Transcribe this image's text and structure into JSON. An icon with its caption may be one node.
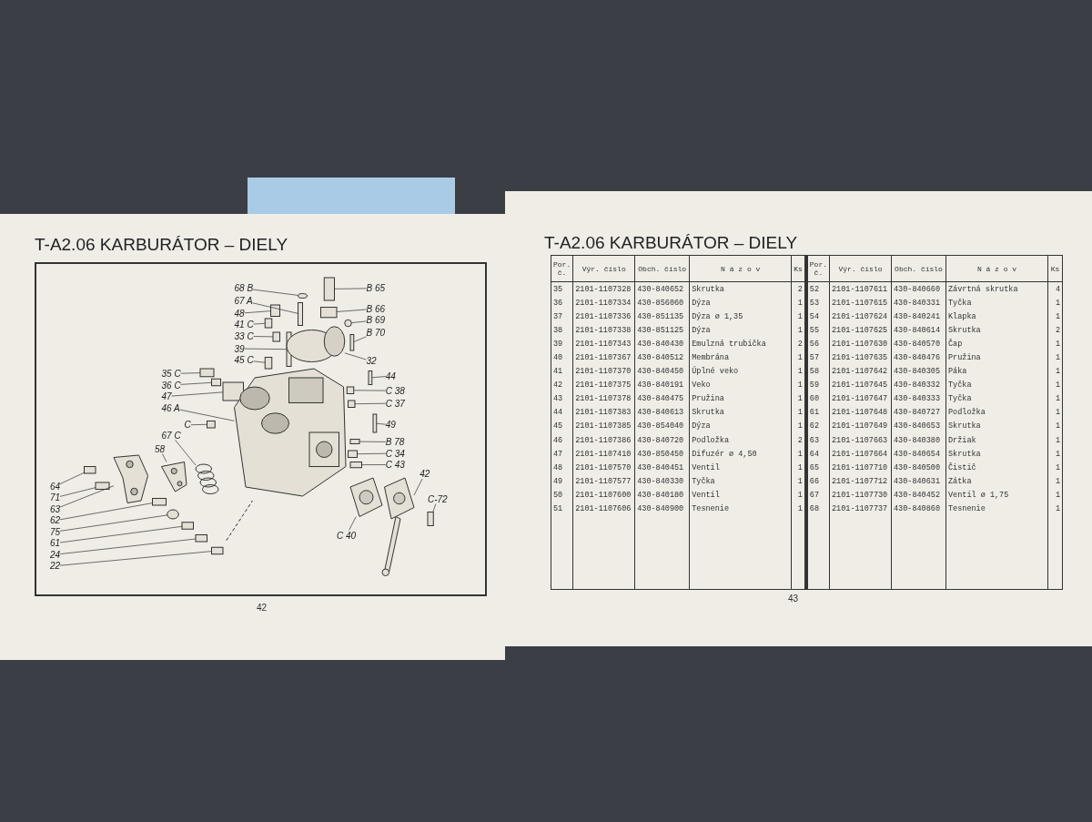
{
  "diagram": {
    "title": "T-A2.06 KARBURÁTOR – DIELY",
    "nodes": [
      {
        "text": [
          "68 B"
        ]
      },
      {
        "text": [
          "67 A"
        ]
      },
      {
        "text": [
          "48"
        ]
      },
      {
        "text": [
          "41 C"
        ]
      },
      {
        "text": [
          "33 C"
        ]
      },
      {
        "text": [
          "39"
        ]
      },
      {
        "text": [
          "45 C"
        ]
      },
      {
        "text": [
          "B 65"
        ]
      },
      {
        "text": [
          "B 66"
        ]
      },
      {
        "text": [
          "B 69"
        ]
      },
      {
        "text": [
          "B 70"
        ]
      },
      {
        "text": [
          "32"
        ]
      },
      {
        "text": [
          "35 C"
        ]
      },
      {
        "text": [
          "36 C"
        ]
      },
      {
        "text": [
          "47"
        ]
      },
      {
        "text": [
          "46 A"
        ]
      },
      {
        "text": [
          "C"
        ]
      },
      {
        "text": [
          "44"
        ]
      },
      {
        "text": [
          "C 38"
        ]
      },
      {
        "text": [
          "C 37"
        ]
      },
      {
        "text": [
          "49"
        ]
      },
      {
        "text": [
          "67 C"
        ]
      },
      {
        "text": [
          "58"
        ]
      },
      {
        "text": [
          "B 78"
        ]
      },
      {
        "text": [
          "C 34"
        ]
      },
      {
        "text": [
          "C 43"
        ]
      },
      {
        "text": [
          "C 40"
        ]
      },
      {
        "text": [
          "42"
        ]
      },
      {
        "text": [
          "C-72"
        ]
      },
      {
        "text": [
          "64"
        ]
      },
      {
        "text": [
          "71"
        ]
      },
      {
        "text": [
          "63"
        ]
      },
      {
        "text": [
          "62"
        ]
      },
      {
        "text": [
          "75"
        ]
      },
      {
        "text": [
          "61"
        ]
      },
      {
        "text": [
          "24"
        ]
      },
      {
        "text": [
          "22"
        ]
      },
      {
        "text": [],
        "shape": "circle"
      },
      {
        "text": [],
        "shape": "box"
      },
      {
        "text": [],
        "shape": "box"
      },
      {
        "text": [],
        "shape": "box"
      },
      {
        "text": [],
        "shape": "box"
      },
      {
        "text": [],
        "shape": "box"
      },
      {
        "text": [],
        "shape": "box"
      },
      {
        "text": [],
        "shape": "box"
      },
      {
        "text": [],
        "shape": "box"
      },
      {
        "text": [],
        "shape": "circle"
      },
      {
        "text": [],
        "shape": "box"
      },
      {
        "text": [],
        "shape": "picture"
      },
      {
        "text": [],
        "shape": "box"
      },
      {
        "text": [],
        "shape": "box"
      },
      {
        "text": [],
        "shape": "box"
      },
      {
        "text": [],
        "shape": "picture"
      },
      {
        "text": [],
        "shape": "box"
      },
      {
        "text": [],
        "shape": "box"
      },
      {
        "text": [],
        "shape": "box"
      },
      {
        "text": [],
        "shape": "box"
      },
      {
        "text": [],
        "shape": "box"
      },
      {
        "text": [],
        "shape": "picture"
      },
      {
        "text": [],
        "shape": "picture"
      },
      {
        "text": [],
        "shape": "box"
      },
      {
        "text": [],
        "shape": "box"
      },
      {
        "text": [],
        "shape": "box"
      },
      {
        "text": [],
        "shape": "picture"
      },
      {
        "text": [],
        "shape": "picture"
      },
      {
        "text": [],
        "shape": "box"
      },
      {
        "text": [],
        "shape": "box"
      },
      {
        "text": [],
        "shape": "box"
      },
      {
        "text": [],
        "shape": "picture"
      },
      {
        "text": [],
        "shape": "box"
      },
      {
        "text": [],
        "shape": "circle"
      },
      {
        "text": [],
        "shape": "box"
      },
      {
        "text": [],
        "shape": "box"
      },
      {
        "text": [],
        "shape": "box"
      }
    ],
    "edges": [
      {
        "from": 0,
        "to": 37,
        "arrow": "none"
      },
      {
        "from": 1,
        "to": 38,
        "arrow": "none"
      },
      {
        "from": 2,
        "to": 39,
        "arrow": "none"
      },
      {
        "from": 3,
        "to": 40,
        "arrow": "none"
      },
      {
        "from": 4,
        "to": 41,
        "arrow": "none"
      },
      {
        "from": 5,
        "to": 42,
        "arrow": "none"
      },
      {
        "from": 6,
        "to": 43,
        "arrow": "none"
      },
      {
        "from": 7,
        "to": 44,
        "arrow": "none"
      },
      {
        "from": 8,
        "to": 45,
        "arrow": "none"
      },
      {
        "from": 9,
        "to": 46,
        "arrow": "none"
      },
      {
        "from": 10,
        "to": 47,
        "arrow": "none"
      },
      {
        "from": 11,
        "to": 48,
        "arrow": "none"
      },
      {
        "from": 12,
        "to": 49,
        "arrow": "none"
      },
      {
        "from": 13,
        "to": 50,
        "arrow": "none"
      },
      {
        "from": 14,
        "to": 51,
        "arrow": "none"
      },
      {
        "from": 15,
        "to": 52,
        "arrow": "none"
      },
      {
        "from": 16,
        "to": 53,
        "arrow": "none"
      },
      {
        "from": 17,
        "to": 54,
        "arrow": "none"
      },
      {
        "from": 18,
        "to": 55,
        "arrow": "none"
      },
      {
        "from": 19,
        "to": 56,
        "arrow": "none"
      },
      {
        "from": 20,
        "to": 57,
        "arrow": "none"
      },
      {
        "from": 21,
        "to": 58,
        "arrow": "none"
      },
      {
        "from": 22,
        "to": 59,
        "arrow": "none"
      },
      {
        "from": 23,
        "to": 60,
        "arrow": "none"
      },
      {
        "from": 24,
        "to": 61,
        "arrow": "none"
      },
      {
        "from": 25,
        "to": 62,
        "arrow": "none"
      },
      {
        "from": 26,
        "to": 63,
        "arrow": "none"
      },
      {
        "from": 27,
        "to": 64,
        "arrow": "none"
      },
      {
        "from": 28,
        "to": 65,
        "arrow": "none"
      },
      {
        "from": 29,
        "to": 66,
        "arrow": "none"
      },
      {
        "from": 30,
        "to": 67,
        "arrow": "none"
      },
      {
        "from": 31,
        "to": 68,
        "arrow": "none"
      },
      {
        "from": 32,
        "to": 69,
        "arrow": "none"
      },
      {
        "from": 33,
        "to": 70,
        "arrow": "none"
      },
      {
        "from": 34,
        "to": 71,
        "arrow": "none"
      },
      {
        "from": 35,
        "to": 72,
        "arrow": "none"
      },
      {
        "from": 36,
        "to": 73,
        "arrow": "none"
      }
    ],
    "labels": [
      "T-A2.06 KARBURÁTOR – DIELY",
      "42",
      "43",
      "Por. č.",
      "Výr. číslo",
      "Obch. číslo",
      "N á z o v",
      "Ks",
      "Por. č.",
      "Výr. číslo",
      "Obch. číslo",
      "N á z o v",
      "Ks",
      "35",
      "2101-1107328",
      "430-840652",
      "Skrutka",
      "2",
      "52",
      "2101-1107611",
      "430-840660",
      "Závrtná skrutka",
      "4",
      "36",
      "2101-1107334",
      "430-856060",
      "Dýza",
      "1",
      "53",
      "2101-1107615",
      "430-840331",
      "Tyčka",
      "1",
      "37",
      "2101-1107336",
      "430-851135",
      "Dýza ø 1,35",
      "1",
      "54",
      "2101-1107624",
      "430-840241",
      "Klapka",
      "1",
      "38",
      "2101-1107338",
      "430-851125",
      "Dýza",
      "1",
      "55",
      "2101-1107625",
      "430-840614",
      "Skrutka",
      "2",
      "39",
      "2101-1107343",
      "430-840430",
      "Emulzná trubička",
      "2",
      "56",
      "2101-1107630",
      "430-840570",
      "Čap",
      "1",
      "40",
      "2101-1107367",
      "430-840512",
      "Membrána",
      "1",
      "57",
      "2101-1107635",
      "430-840476",
      "Pružina",
      "1",
      "41",
      "2101-1107370",
      "430-840450",
      "Úplné veko",
      "1",
      "58",
      "2101-1107642",
      "430-840305",
      "Páka",
      "1",
      "42",
      "2101-1107375",
      "430-840191",
      "Veko",
      "1",
      "59",
      "2101-1107645",
      "430-840332",
      "Tyčka",
      "1",
      "43",
      "2101-1107378",
      "430-840475",
      "Pružina",
      "1",
      "60",
      "2101-1107647",
      "430-840333",
      "Tyčka",
      "1",
      "44",
      "2101-1107383",
      "430-840613",
      "Skrutka",
      "1",
      "61",
      "2101-1107648",
      "430-840727",
      "Podložka",
      "1",
      "45",
      "2101-1107385",
      "430-854040",
      "Dýza",
      "1",
      "62",
      "2101-1107649",
      "430-840653",
      "Skrutka",
      "1",
      "46",
      "2101-1107386",
      "430-840720",
      "Podložka",
      "2",
      "63",
      "2101-1107663",
      "430-840380",
      "Držiak",
      "1",
      "47",
      "2101-1107410",
      "430-850450",
      "Difuzér ø 4,50",
      "1",
      "64",
      "2101-1107664",
      "430-840654",
      "Skrutka",
      "1",
      "48",
      "2101-1107570",
      "430-840451",
      "Ventil",
      "1",
      "65",
      "2101-1107710",
      "430-840500",
      "Čistič",
      "1",
      "49",
      "2101-1107577",
      "430-840330",
      "Tyčka",
      "1",
      "66",
      "2101-1107712",
      "430-840631",
      "Zátka",
      "1",
      "50",
      "2101-1107600",
      "430-840180",
      "Ventil",
      "1",
      "67",
      "2101-1107730",
      "430-840452",
      "Ventil ø 1,75",
      "1",
      "51",
      "2101-1107606",
      "430-840900",
      "Tesnenie",
      "1",
      "68",
      "2101-1107737",
      "430-840860",
      "Tesnenie",
      "1"
    ]
  }
}
